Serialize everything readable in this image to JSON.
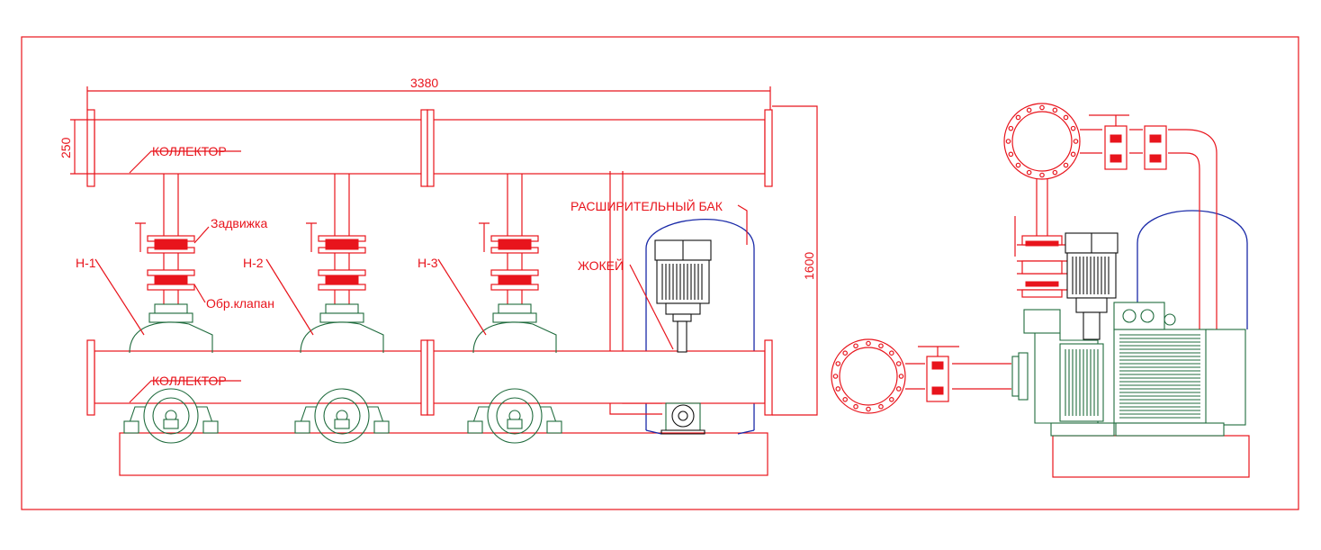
{
  "colors": {
    "outline": "#e8141c",
    "pump_body": "#1f6b3d",
    "motor": "#111111",
    "tank": "#1a2aa8",
    "background": "#ffffff"
  },
  "labels": {
    "dim_width": "3380",
    "dim_collector_height": "250",
    "dim_total_height": "1600",
    "collector_top": "КОЛЛЕКТОР",
    "collector_bottom": "КОЛЛЕКТОР",
    "gate_valve": "Задвижка",
    "check_valve": "Обр.клапан",
    "expansion_tank": "РАСШИРИТЕЛЬНЫЙ БАК",
    "jockey": "ЖОКЕЙ",
    "pump_1": "Н-1",
    "pump_2": "Н-2",
    "pump_3": "Н-3"
  },
  "icons": {
    "gate_valve": "gate-valve-icon",
    "check_valve": "check-valve-icon",
    "pump": "centrifugal-pump-icon",
    "motor": "electric-motor-icon",
    "flange": "pipe-flange-icon"
  }
}
